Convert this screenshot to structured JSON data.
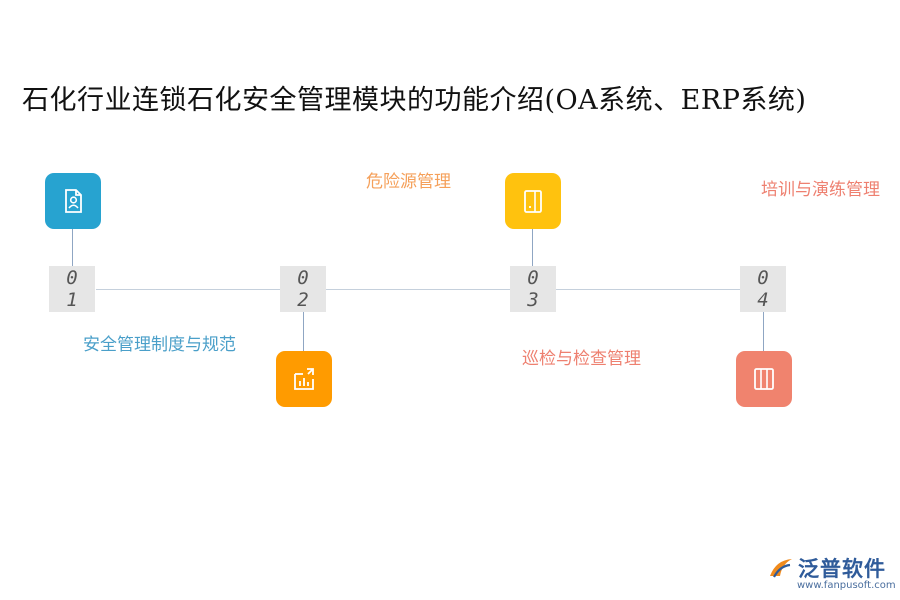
{
  "title": "石化行业连锁石化安全管理模块的功能介绍(OA系统、ERP系统)",
  "steps": [
    {
      "num_top": "0",
      "num_bottom": "1",
      "label": "安全管理制度与规范",
      "color": "#27a3d0",
      "label_color": "#4a9fc9",
      "icon": "document-user-icon"
    },
    {
      "num_top": "0",
      "num_bottom": "2",
      "label": "危险源管理",
      "color": "#ff9b00",
      "label_color": "#f5a05a",
      "icon": "chart-export-icon"
    },
    {
      "num_top": "0",
      "num_bottom": "3",
      "label": "巡检与检查管理",
      "color": "#ffc20e",
      "label_color": "#ee8070",
      "icon": "tablet-icon"
    },
    {
      "num_top": "0",
      "num_bottom": "4",
      "label": "培训与演练管理",
      "color": "#f0836e",
      "label_color": "#ee8070",
      "icon": "columns-icon"
    }
  ],
  "logo": {
    "name": "泛普软件",
    "url": "www.fanpusoft.com"
  }
}
